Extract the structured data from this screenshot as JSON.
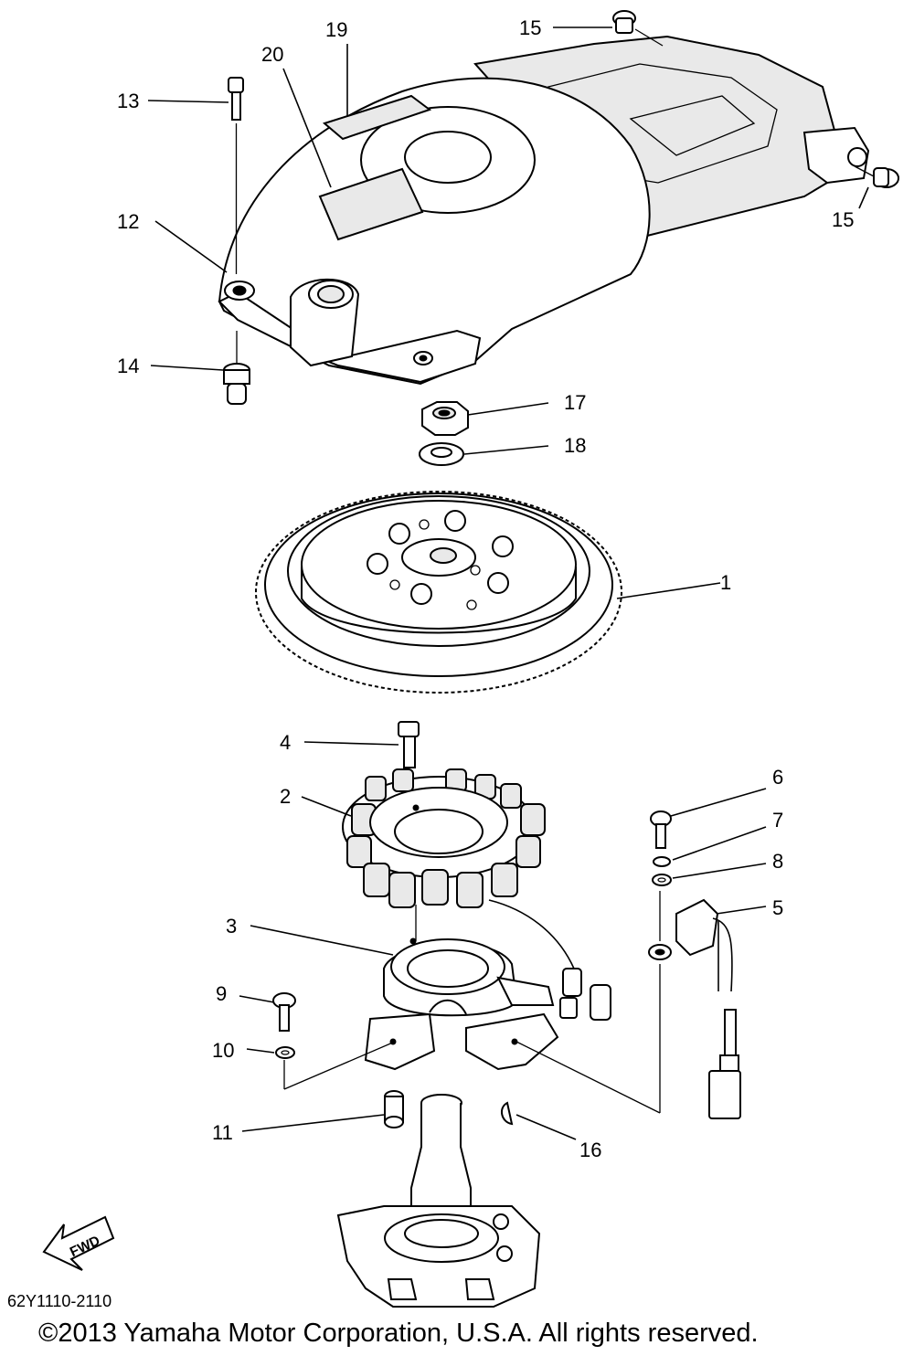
{
  "callouts": {
    "c1": "1",
    "c2": "2",
    "c3": "3",
    "c4": "4",
    "c5": "5",
    "c6": "6",
    "c7": "7",
    "c8": "8",
    "c9": "9",
    "c10": "10",
    "c11": "11",
    "c12": "12",
    "c13": "13",
    "c14": "14",
    "c15a": "15",
    "c15b": "15",
    "c16": "16",
    "c17": "17",
    "c18": "18",
    "c19": "19",
    "c20": "20"
  },
  "fwd_label": "FWD",
  "diagram_code": "62Y1110-2110",
  "copyright": "©2013 Yamaha Motor Corporation, U.S.A. All rights reserved."
}
